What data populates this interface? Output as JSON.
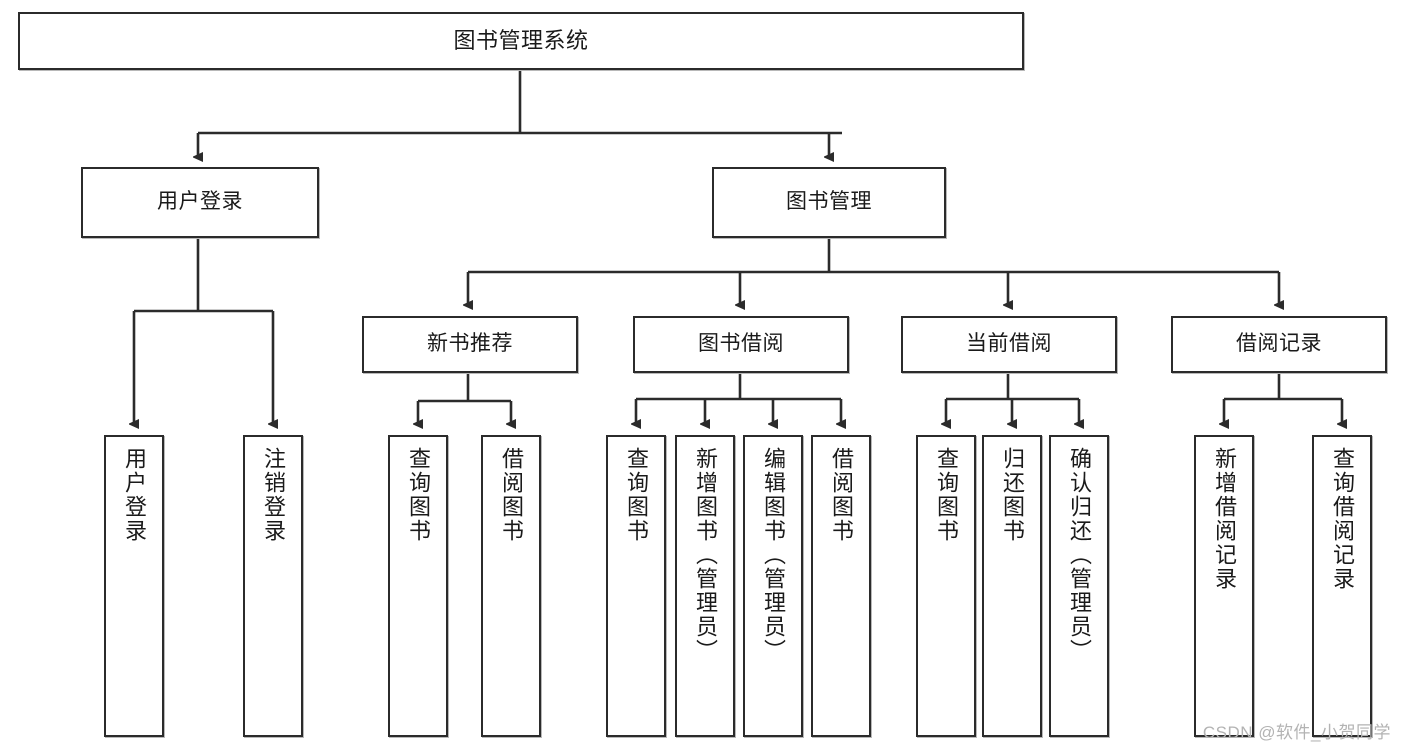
{
  "diagram": {
    "type": "tree",
    "title": "图书管理系统",
    "watermark": "CSDN @软件_小贺同学",
    "colors": {
      "stroke": "#2b2b2b",
      "fill": "#ffffff",
      "text": "#1a1a1a",
      "watermark": "#b3b3b3"
    },
    "nodes": {
      "root": "图书管理系统",
      "level2": {
        "user_login": "用户登录",
        "book_manage": "图书管理"
      },
      "level3": {
        "new_book_recommend": "新书推荐",
        "book_borrow": "图书借阅",
        "current_borrow": "当前借阅",
        "borrow_record": "借阅记录"
      },
      "leaves": {
        "user_login": [
          "用户登录",
          "注销登录"
        ],
        "new_book_recommend": [
          "查询图书",
          "借阅图书"
        ],
        "book_borrow": [
          "查询图书",
          "新增图书（管理员）",
          "编辑图书（管理员）",
          "借阅图书"
        ],
        "current_borrow": [
          "查询图书",
          "归还图书",
          "确认归还（管理员）"
        ],
        "borrow_record": [
          "新增借阅记录",
          "查询借阅记录"
        ]
      }
    }
  }
}
